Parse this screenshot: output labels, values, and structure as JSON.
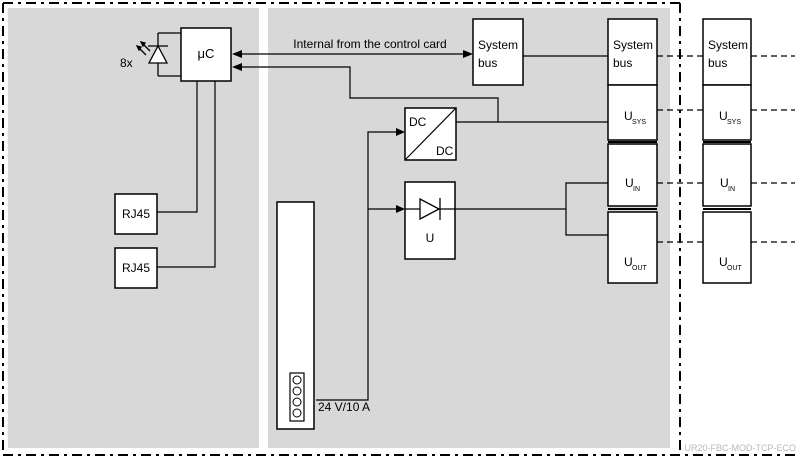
{
  "diagram": {
    "led_count_label": "8x",
    "microcontroller_label": "μC",
    "rj45_top_label": "RJ45",
    "rj45_bottom_label": "RJ45",
    "internal_link_label": "Internal from the control card",
    "system_bus_box": {
      "line1": "System",
      "line2": "bus"
    },
    "dcdc_box": {
      "top": "DC",
      "bottom": "DC"
    },
    "diode_box_label": "U",
    "power_supply_label": "24 V/10 A",
    "module_slots": {
      "system_bus": {
        "line1": "System",
        "line2": "bus"
      },
      "usys": {
        "main": "U",
        "sub": "SYS"
      },
      "uin": {
        "main": "U",
        "sub": "IN"
      },
      "uout": {
        "main": "U",
        "sub": "OUT"
      }
    },
    "next_module_slots": {
      "system_bus": {
        "line1": "System",
        "line2": "bus"
      },
      "usys": {
        "main": "U",
        "sub": "SYS"
      },
      "uin": {
        "main": "U",
        "sub": "IN"
      },
      "uout": {
        "main": "U",
        "sub": "OUT"
      }
    },
    "watermark": "UR20-FBC-MOD-TCP-ECO"
  },
  "colors": {
    "panel_fill": "#d8d8d8",
    "line": "#000000",
    "box_fill": "#ffffff",
    "watermark": "#b9b9b9"
  }
}
